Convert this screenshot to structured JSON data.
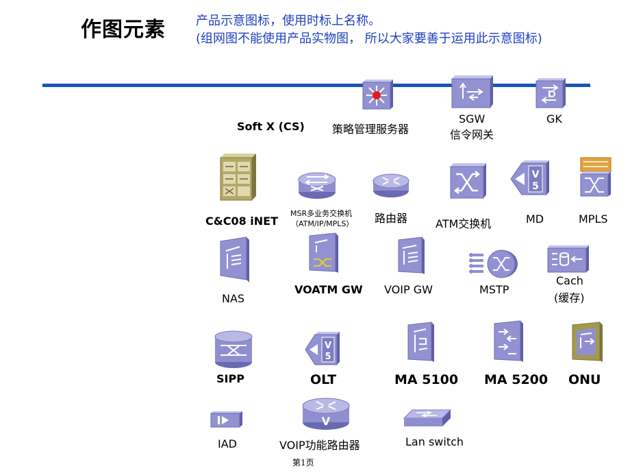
{
  "slide": {
    "title": "作图元素",
    "subtitle_line1": "产品示意图标，使用时标上名称。",
    "subtitle_line2": "(组网图不能使用产品实物图， 所以大家要善于运用此示意图标)",
    "footer": "第1页"
  },
  "labels": {
    "softx": "Soft X (CS)",
    "policy_server": "策略管理服务器",
    "sgw_line1": "SGW",
    "sgw_line2": "信令网关",
    "gk": "GK",
    "cc08": "C&C08 iNET",
    "msr_line1": "MSR多业务交换机",
    "msr_line2": "（ATM/IP/MPLS）",
    "router": "路由器",
    "atm_switch": "ATM交换机",
    "md": "MD",
    "mpls": "MPLS",
    "nas": "NAS",
    "voatm_gw": "VOATM GW",
    "voip_gw": "VOIP GW",
    "mstp": "MSTP",
    "cach_line1": "Cach",
    "cach_line2": "(缓存)",
    "sipp": "SIPP",
    "olt": "OLT",
    "ma5100": "MA 5100",
    "ma5200": "MA 5200",
    "onu": "ONU",
    "iad": "IAD",
    "voip_router": "VOIP功能路由器",
    "lan_switch": "Lan switch"
  },
  "colors": {
    "icon_face": "#8f8fd0",
    "icon_top": "#b9b9e6",
    "icon_side": "#5c5ca8",
    "bar": "#1656b3",
    "subtitle": "#1f3fbf",
    "olive": "#a39a4a",
    "gold": "#e6a23a"
  }
}
